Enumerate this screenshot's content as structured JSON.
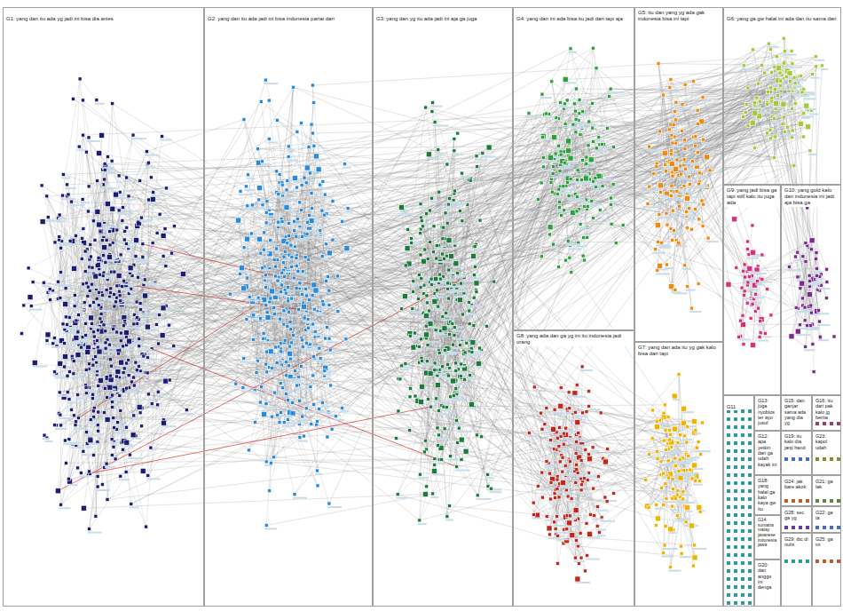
{
  "diagram": {
    "nodes": [
      {
        "text": [
          "G1: yang dan itu ada yg jadi ini bisa dia anies"
        ]
      },
      {
        "text": [
          "G2: yang dan itu ada jadi ini bisa indonesia partai dari"
        ]
      },
      {
        "text": [
          "G3: yang dan yg itu ada jadi ini aja ga juga"
        ]
      },
      {
        "text": [
          "G4: yang dan ini ada bisa itu jadi dari tapi aja"
        ]
      },
      {
        "text": [
          "G5: itu dan yang yg ada gak indonesia bisa ini tapi"
        ]
      },
      {
        "text": [
          "G6: yang ga gw halal ini ada dan itu sama dari"
        ]
      },
      {
        "text": [
          "G9: yang jadi bisa ga tapi still kalo itu juga ada"
        ]
      },
      {
        "text": [
          "G10: yang gold kalo dan indonesia ini jadi aja bisa ga"
        ]
      },
      {
        "text": [
          "G8: yang ada dan ga yg ini itu indonesia jadi orang"
        ]
      },
      {
        "text": [
          "G7: yang dan ada itu yg gak kalo bisa dari tapi"
        ]
      },
      {
        "text": [
          "G11"
        ]
      },
      {
        "text": [
          "G13: juga nyoblos ter ayo jusuf"
        ]
      },
      {
        "text": [
          "G15: dan ganjar sama ada yang dia yg"
        ]
      },
      {
        "text": [
          "G16: itu dari pak kalo jg berita"
        ]
      },
      {
        "text": [
          "G12: apa yetkin dari ga udah kayak ini"
        ]
      },
      {
        "text": [
          "G19: itu kalo dia janji hand"
        ]
      },
      {
        "text": [
          "G23: kapol udah"
        ]
      },
      {
        "text": [
          "G18: yang halal ga kalo kaya gw itu"
        ]
      },
      {
        "text": [
          "G24: jak bare akok"
        ]
      },
      {
        "text": [
          "G21: ga lak"
        ]
      },
      {
        "text": [
          "G14: sumatra malay javanese indonesia jawa"
        ]
      },
      {
        "text": [
          "G28: sec ga yg"
        ]
      },
      {
        "text": [
          "G22: ga ta"
        ]
      },
      {
        "text": [
          "G20: dan anggo ini denga"
        ]
      },
      {
        "text": [
          "G29: tbc di nulis"
        ]
      },
      {
        "text": [
          "G25: ga ini"
        ]
      }
    ]
  }
}
